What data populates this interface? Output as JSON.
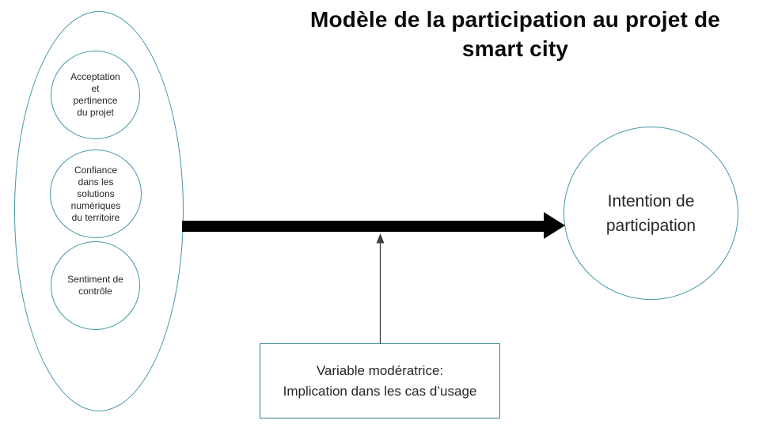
{
  "title": {
    "text": "Modèle de la participation au projet de\nsmart city"
  },
  "nodes": {
    "acceptation": {
      "label": "Acceptation\net\npertinence\ndu projet"
    },
    "confiance": {
      "label": "Confiance\ndans les\nsolutions\nnumériques\ndu territoire"
    },
    "sentiment": {
      "label": "Sentiment de\ncontrôle"
    },
    "intention": {
      "label": "Intention de\nparticipation"
    }
  },
  "moderator": {
    "label": "Variable modératrice:\nImplication dans les cas d’usage"
  },
  "arrows": {
    "main": {
      "from": "antecedents-ellipse",
      "to": "intention-circle",
      "style": "thick-black"
    },
    "moderator": {
      "from": "moderator-box",
      "to": "main-arrow",
      "style": "thin-black"
    }
  },
  "colors": {
    "shape_stroke": "#4596A6",
    "box_stroke": "#2F7F8F",
    "main_arrow": "#000000",
    "thin_arrow": "#3E3E3E",
    "text_color": "#262626",
    "title_color": "#0A0A0A"
  }
}
